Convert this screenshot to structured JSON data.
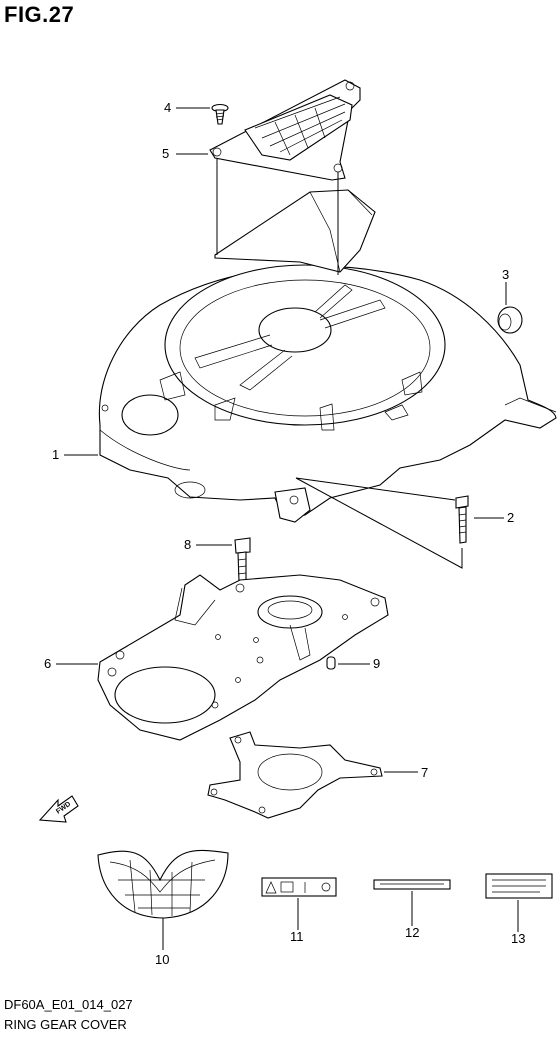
{
  "figure": {
    "title": "FIG.27",
    "code": "DF60A_E01_014_027",
    "name": "RING GEAR COVER"
  },
  "callouts": [
    {
      "number": "1"
    },
    {
      "number": "2"
    },
    {
      "number": "3"
    },
    {
      "number": "4"
    },
    {
      "number": "5"
    },
    {
      "number": "6"
    },
    {
      "number": "7"
    },
    {
      "number": "8"
    },
    {
      "number": "9"
    },
    {
      "number": "10"
    },
    {
      "number": "11"
    },
    {
      "number": "12"
    },
    {
      "number": "13"
    }
  ],
  "fwd_marker": {
    "label": "FWD",
    "icon": "fwd-arrow-icon"
  }
}
